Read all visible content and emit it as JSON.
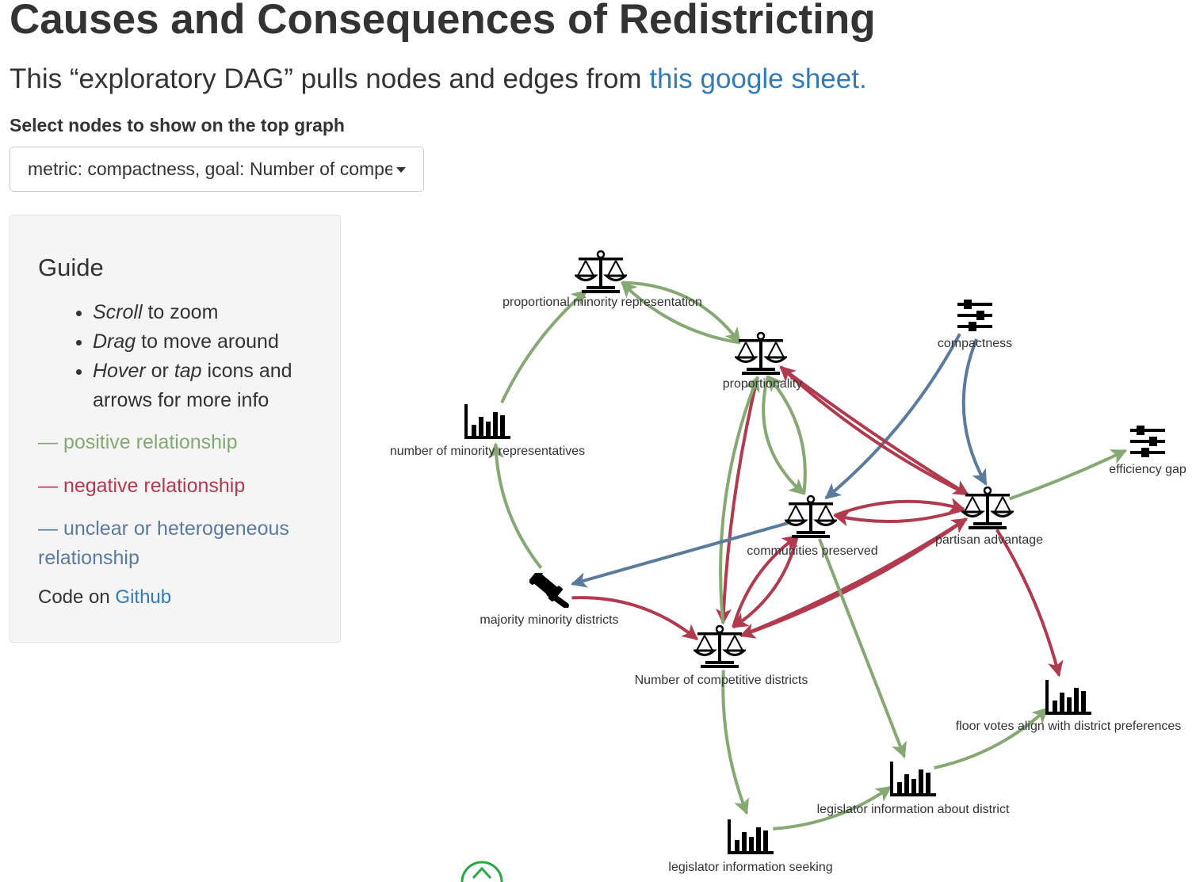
{
  "title": "Causes and Consequences of Redistricting",
  "intro": {
    "text": "This “exploratory DAG” pulls nodes and edges from ",
    "link": "this google sheet."
  },
  "selector": {
    "label": "Select nodes to show on the top graph",
    "value": "metric: compactness, goal: Number of competitive districts"
  },
  "guide": {
    "title": "Guide",
    "items": [
      {
        "em": "Scroll",
        "rest": " to zoom"
      },
      {
        "em": "Drag",
        "rest": " to move around"
      },
      {
        "em": "Hover",
        "mid": " or ",
        "em2": "tap",
        "rest": " icons and arrows for more info"
      }
    ],
    "legend": {
      "positive": "— positive relationship",
      "negative": "— negative relationship",
      "unclear": "— unclear or heterogeneous relationship"
    },
    "code": {
      "text": "Code on ",
      "link": "Github"
    }
  },
  "colors": {
    "positive": "#86a872",
    "negative": "#b13a4e",
    "unclear": "#5a7a9e",
    "link": "#337ab7"
  },
  "graph": {
    "nodes": [
      {
        "id": "pmr",
        "label": "proportional minority representation",
        "icon": "scales-icon"
      },
      {
        "id": "prop",
        "label": "proportionality",
        "icon": "scales-icon"
      },
      {
        "id": "comp",
        "label": "compactness",
        "icon": "sliders-icon"
      },
      {
        "id": "nmr",
        "label": "number of minority representatives",
        "icon": "bar-chart-icon"
      },
      {
        "id": "eg",
        "label": "efficiency gap",
        "icon": "sliders-icon"
      },
      {
        "id": "cp",
        "label": "communities preserved",
        "icon": "scales-icon"
      },
      {
        "id": "pa",
        "label": "partisan advantage",
        "icon": "scales-icon"
      },
      {
        "id": "mmd",
        "label": "majority minority districts",
        "icon": "gavel-icon"
      },
      {
        "id": "ncd",
        "label": "Number of competitive districts",
        "icon": "scales-icon"
      },
      {
        "id": "fva",
        "label": "floor votes align with district preferences",
        "icon": "bar-chart-icon"
      },
      {
        "id": "lia",
        "label": "legislator information about district",
        "icon": "bar-chart-icon"
      },
      {
        "id": "lis",
        "label": "legislator information seeking",
        "icon": "bar-chart-icon"
      }
    ],
    "edges": [
      {
        "from": "pmr",
        "to": "prop",
        "type": "positive"
      },
      {
        "from": "prop",
        "to": "pmr",
        "type": "positive"
      },
      {
        "from": "nmr",
        "to": "pmr",
        "type": "positive"
      },
      {
        "from": "mmd",
        "to": "nmr",
        "type": "positive"
      },
      {
        "from": "comp",
        "to": "cp",
        "type": "unclear"
      },
      {
        "from": "comp",
        "to": "pa",
        "type": "unclear"
      },
      {
        "from": "prop",
        "to": "pa",
        "type": "negative"
      },
      {
        "from": "pa",
        "to": "prop",
        "type": "negative"
      },
      {
        "from": "prop",
        "to": "cp",
        "type": "positive"
      },
      {
        "from": "cp",
        "to": "prop",
        "type": "positive"
      },
      {
        "from": "prop",
        "to": "ncd",
        "type": "negative"
      },
      {
        "from": "ncd",
        "to": "prop",
        "type": "positive"
      },
      {
        "from": "pa",
        "to": "eg",
        "type": "positive"
      },
      {
        "from": "pa",
        "to": "cp",
        "type": "negative"
      },
      {
        "from": "cp",
        "to": "pa",
        "type": "negative"
      },
      {
        "from": "cp",
        "to": "mmd",
        "type": "unclear"
      },
      {
        "from": "pa",
        "to": "fva",
        "type": "negative"
      },
      {
        "from": "pa",
        "to": "ncd",
        "type": "negative"
      },
      {
        "from": "ncd",
        "to": "pa",
        "type": "negative"
      },
      {
        "from": "cp",
        "to": "ncd",
        "type": "negative"
      },
      {
        "from": "ncd",
        "to": "cp",
        "type": "negative"
      },
      {
        "from": "mmd",
        "to": "ncd",
        "type": "negative"
      },
      {
        "from": "cp",
        "to": "lia",
        "type": "positive"
      },
      {
        "from": "ncd",
        "to": "lis",
        "type": "positive"
      },
      {
        "from": "lis",
        "to": "lia",
        "type": "positive"
      },
      {
        "from": "lia",
        "to": "fva",
        "type": "positive"
      }
    ]
  }
}
